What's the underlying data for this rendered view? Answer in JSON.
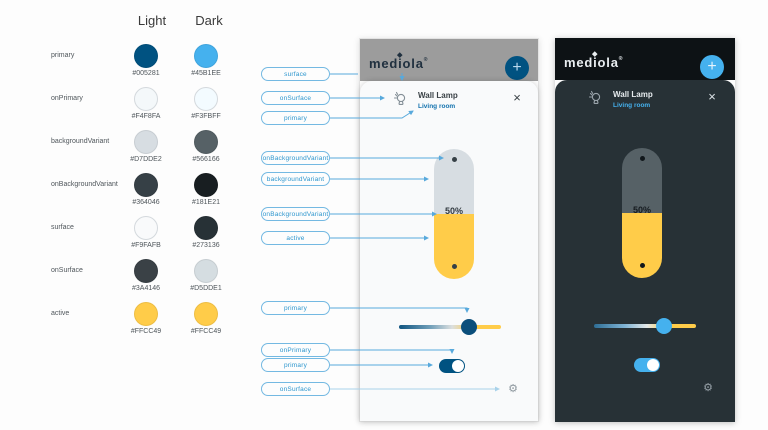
{
  "legend": {
    "light_column": "Light",
    "dark_column": "Dark"
  },
  "palette": {
    "rows": [
      {
        "name": "primary",
        "light": "#005281",
        "dark": "#45B1EE"
      },
      {
        "name": "onPrimary",
        "light": "#F4F8FA",
        "dark": "#F3FBFF"
      },
      {
        "name": "backgroundVariant",
        "light": "#D7DDE2",
        "dark": "#566166"
      },
      {
        "name": "onBackgroundVariant",
        "light": "#364046",
        "dark": "#181E21"
      },
      {
        "name": "surface",
        "light": "#F9FAFB",
        "dark": "#273136"
      },
      {
        "name": "onSurface",
        "light": "#3A4146",
        "dark": "#D5DDE1"
      },
      {
        "name": "active",
        "light": "#FFCC49",
        "dark": "#FFCC49"
      }
    ]
  },
  "connectors": [
    {
      "label": "surface"
    },
    {
      "label": "onSurface"
    },
    {
      "label": "primary"
    },
    {
      "label": "onBackgroundVariant"
    },
    {
      "label": "backgroundVariant"
    },
    {
      "label": "onBackgroundVariant"
    },
    {
      "label": "active"
    },
    {
      "label": "primary"
    },
    {
      "label": "onPrimary"
    },
    {
      "label": "primary"
    },
    {
      "label": "onSurface"
    }
  ],
  "app": {
    "brand": "mediola",
    "brand_mark": "®",
    "add_label": "+",
    "device_title": "Wall Lamp",
    "device_room": "Living room",
    "close_label": "×",
    "level_label": "50%",
    "gear_glyph": "⚙"
  },
  "ui_colors": {
    "connector_line": "#58A9DC",
    "connector_line_pale": "#A9D2EA",
    "light_app_header": "#9C9C9C",
    "dark_app_header": "#0D1215"
  }
}
